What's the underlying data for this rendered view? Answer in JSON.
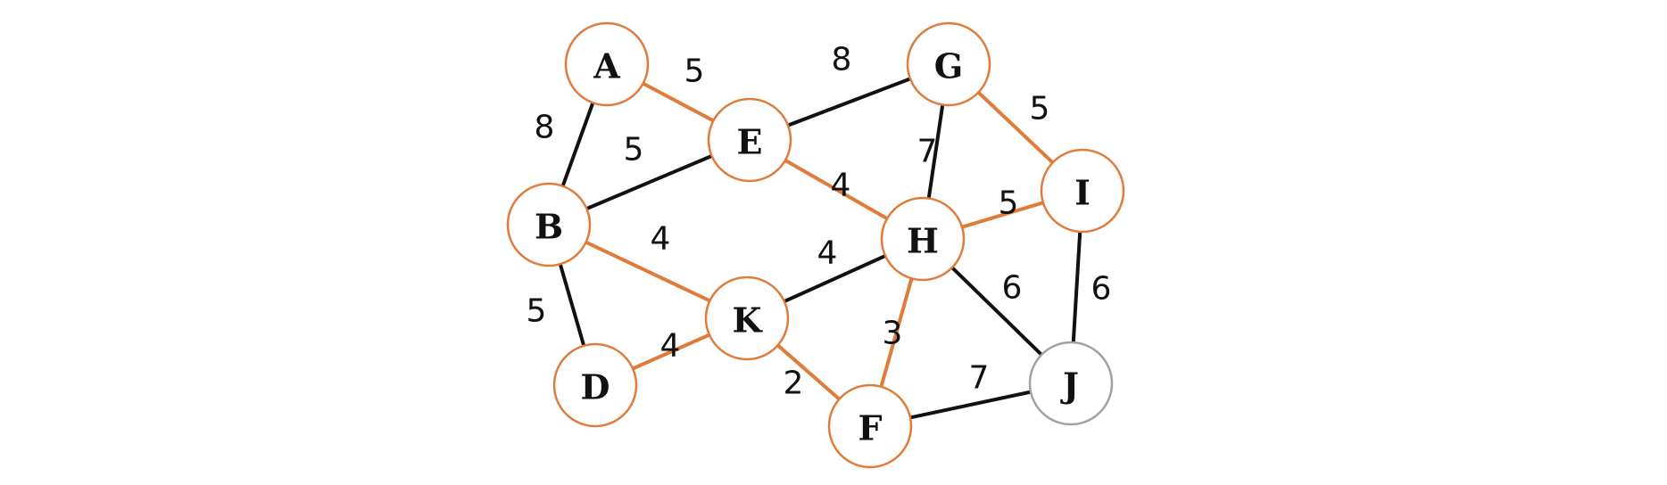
{
  "colors": {
    "highlight": "#E07B39",
    "normal": "#111111",
    "unvisited_node": "#A0A0A0",
    "node_fill": "#FFFFFF"
  },
  "nodes": [
    {
      "id": "A",
      "label": "A",
      "state": "visited"
    },
    {
      "id": "B",
      "label": "B",
      "state": "visited"
    },
    {
      "id": "D",
      "label": "D",
      "state": "visited"
    },
    {
      "id": "E",
      "label": "E",
      "state": "visited"
    },
    {
      "id": "K",
      "label": "K",
      "state": "visited"
    },
    {
      "id": "F",
      "label": "F",
      "state": "visited"
    },
    {
      "id": "G",
      "label": "G",
      "state": "visited"
    },
    {
      "id": "H",
      "label": "H",
      "state": "visited"
    },
    {
      "id": "I",
      "label": "I",
      "state": "visited"
    },
    {
      "id": "J",
      "label": "J",
      "state": "unvisited"
    }
  ],
  "edges": [
    {
      "from": "A",
      "to": "E",
      "weight": "5",
      "highlighted": true
    },
    {
      "from": "A",
      "to": "B",
      "weight": "8",
      "highlighted": false
    },
    {
      "from": "B",
      "to": "E",
      "weight": "5",
      "highlighted": false
    },
    {
      "from": "B",
      "to": "K",
      "weight": "4",
      "highlighted": true
    },
    {
      "from": "B",
      "to": "D",
      "weight": "5",
      "highlighted": false
    },
    {
      "from": "D",
      "to": "K",
      "weight": "4",
      "highlighted": true
    },
    {
      "from": "E",
      "to": "G",
      "weight": "8",
      "highlighted": false
    },
    {
      "from": "E",
      "to": "H",
      "weight": "4",
      "highlighted": true
    },
    {
      "from": "K",
      "to": "H",
      "weight": "4",
      "highlighted": false
    },
    {
      "from": "K",
      "to": "F",
      "weight": "2",
      "highlighted": true
    },
    {
      "from": "G",
      "to": "H",
      "weight": "7",
      "highlighted": false
    },
    {
      "from": "G",
      "to": "I",
      "weight": "5",
      "highlighted": true
    },
    {
      "from": "H",
      "to": "I",
      "weight": "5",
      "highlighted": true
    },
    {
      "from": "H",
      "to": "F",
      "weight": "3",
      "highlighted": true
    },
    {
      "from": "H",
      "to": "J",
      "weight": "6",
      "highlighted": false
    },
    {
      "from": "I",
      "to": "J",
      "weight": "6",
      "highlighted": false
    },
    {
      "from": "F",
      "to": "J",
      "weight": "7",
      "highlighted": false
    }
  ]
}
